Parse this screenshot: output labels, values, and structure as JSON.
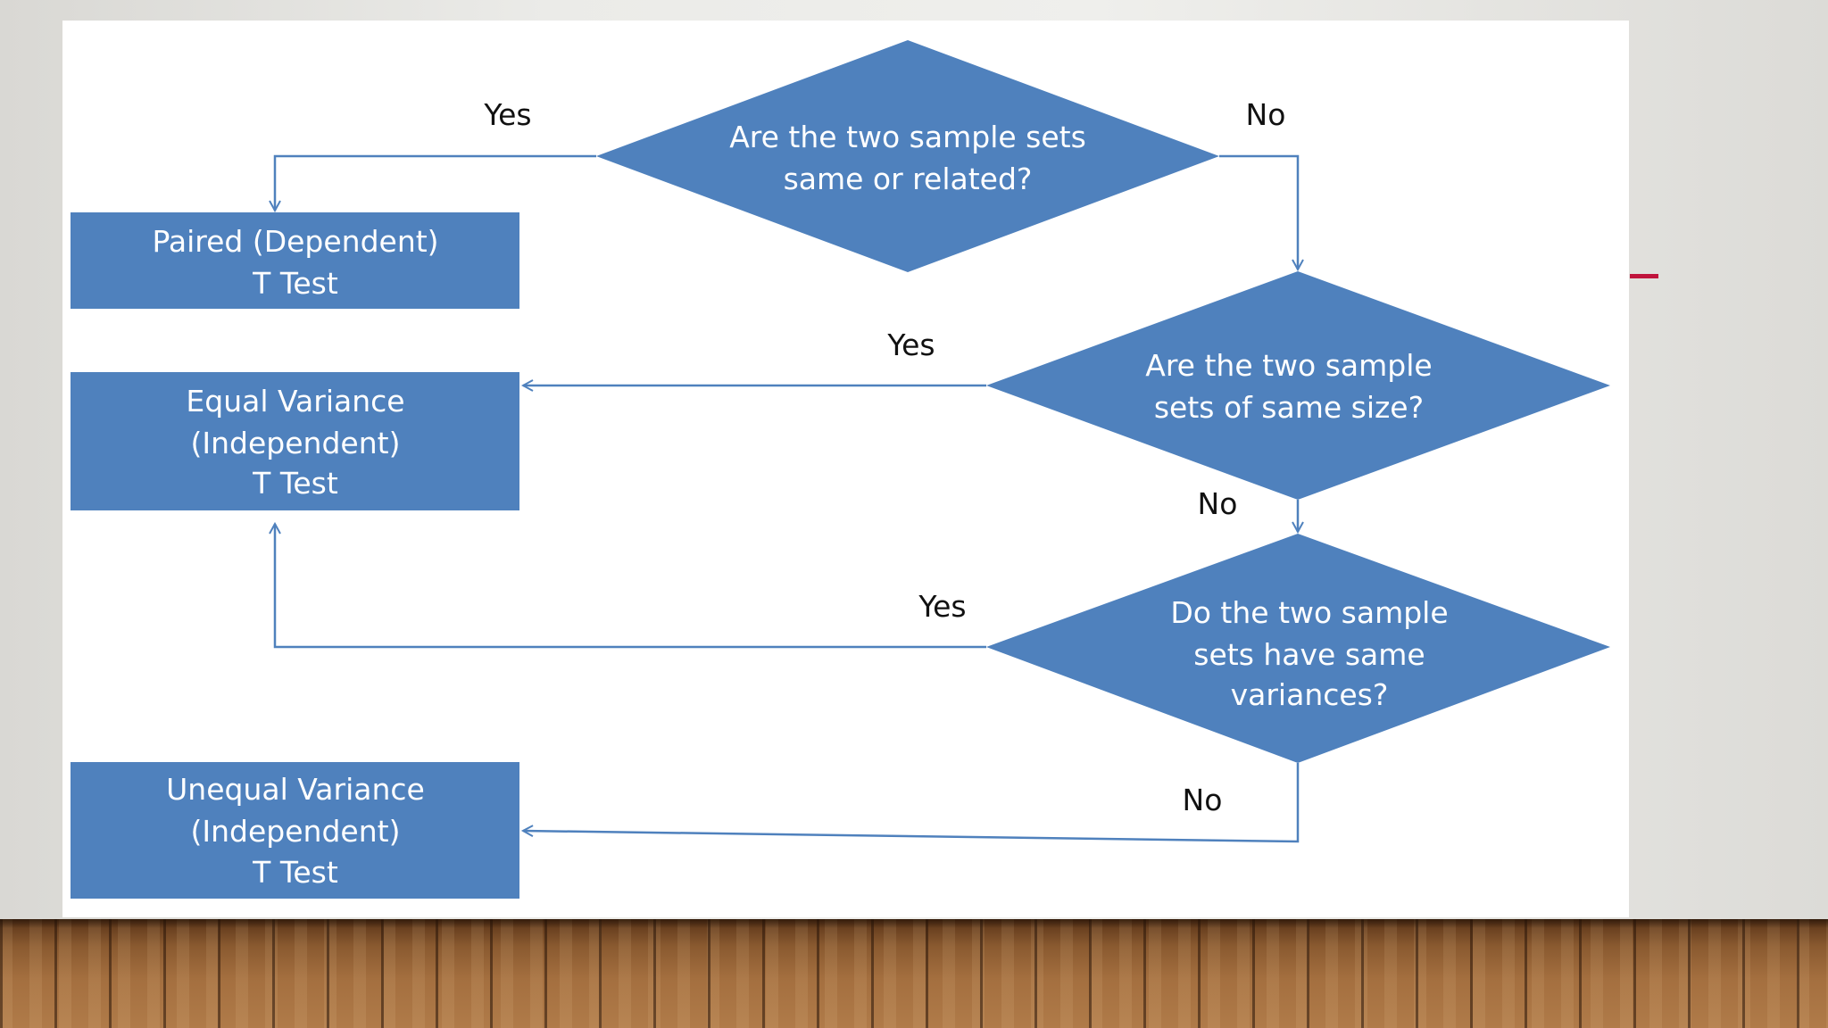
{
  "diagram": {
    "decisions": {
      "related": {
        "line1": "Are the two  sample sets",
        "line2": "same or related?"
      },
      "same_size": {
        "line1": "Are the two  sample",
        "line2": "sets of same size?"
      },
      "variances": {
        "line1": "Do the  two sample",
        "line2": "sets have same",
        "line3": "variances?"
      }
    },
    "outcomes": {
      "paired": {
        "line1": "Paired (Dependent)",
        "line2": "T Test"
      },
      "equal": {
        "line1": "Equal Variance",
        "line2": "(Independent)",
        "line3": "T Test"
      },
      "unequal": {
        "line1": "Unequal Variance",
        "line2": "(Independent)",
        "line3": "T Test"
      }
    },
    "edge_labels": {
      "related_yes": "Yes",
      "related_no": "No",
      "same_size_yes": "Yes",
      "same_size_no": "No",
      "variances_yes": "Yes",
      "variances_no": "No"
    },
    "colors": {
      "shape_fill": "#4f81bd",
      "connector": "#4f81bd",
      "accent": "#c0143c"
    }
  }
}
